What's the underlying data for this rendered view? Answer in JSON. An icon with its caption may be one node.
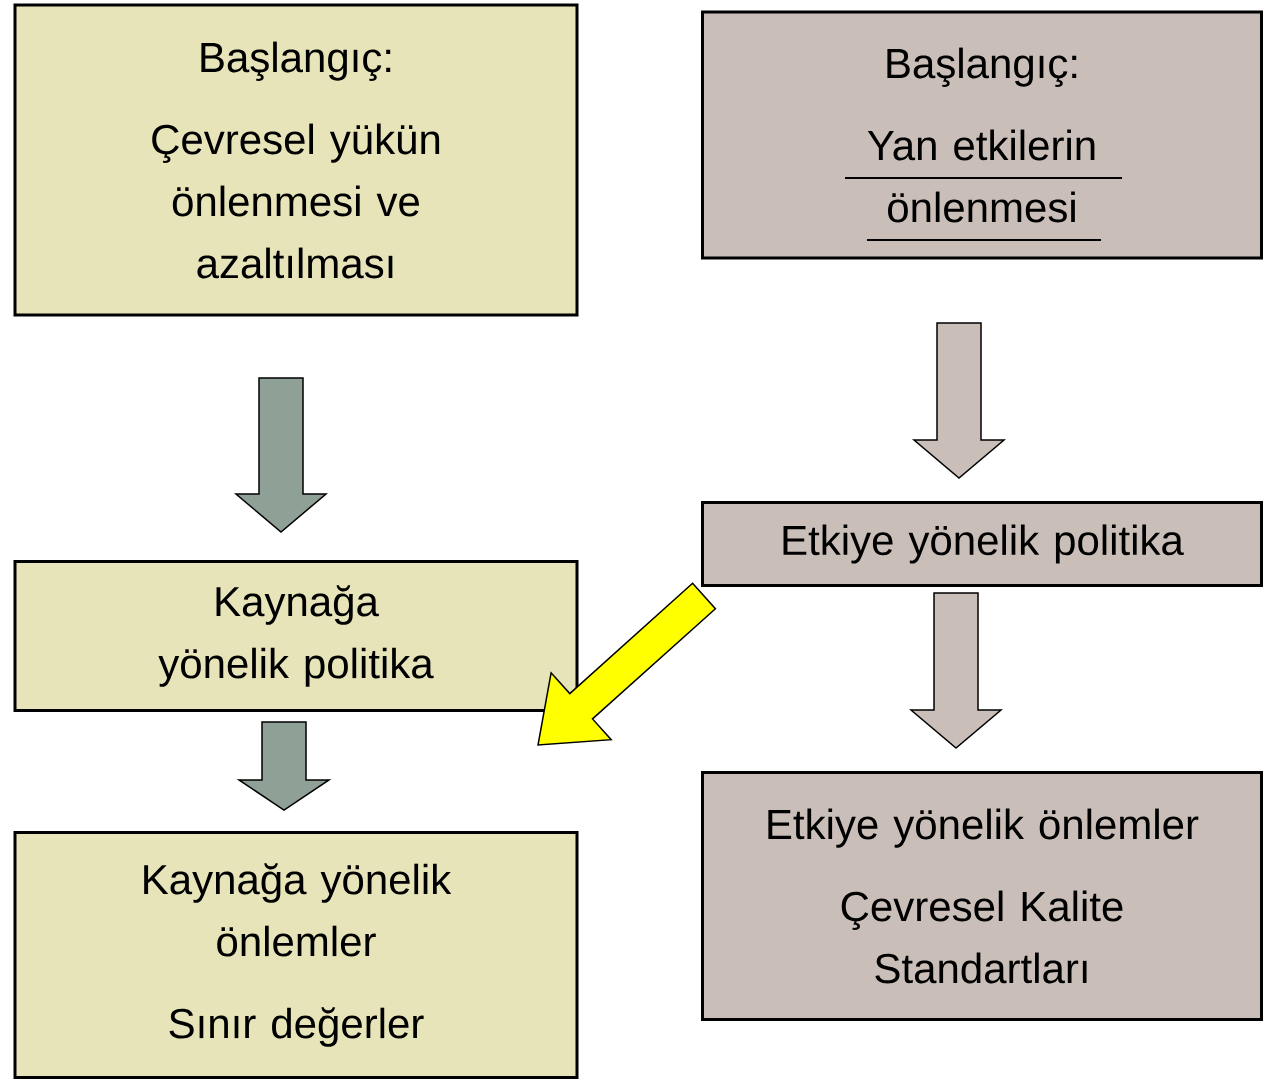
{
  "diagram": {
    "nodes": [
      {
        "text": [
          "Başlangıç:",
          "Çevresel yükün önlenmesi ve azaltılması"
        ]
      },
      {
        "text": [
          "Başlangıç:",
          "Yan etkilerin önlenmesi"
        ]
      },
      {
        "text": [
          "Kaynağa yönelik politika"
        ]
      },
      {
        "text": [
          "Etkiye yönelik politika"
        ]
      },
      {
        "text": [
          "Kaynağa yönelik önlemler",
          "Sınır değerler"
        ]
      },
      {
        "text": [
          "Etkiye yönelik önlemler",
          "Çevresel Kalite Standartları"
        ]
      }
    ],
    "edges": [
      {
        "from": 0,
        "to": 2,
        "arrow": "to",
        "color": "#8fa096"
      },
      {
        "from": 2,
        "to": 4,
        "arrow": "to",
        "color": "#8fa096"
      },
      {
        "from": 1,
        "to": 3,
        "arrow": "to",
        "color": "#c9bfb8"
      },
      {
        "from": 3,
        "to": 5,
        "arrow": "to",
        "color": "#c9bfb8"
      },
      {
        "from": 3,
        "to": 2,
        "arrow": "to",
        "color": "#ffff00"
      }
    ]
  }
}
